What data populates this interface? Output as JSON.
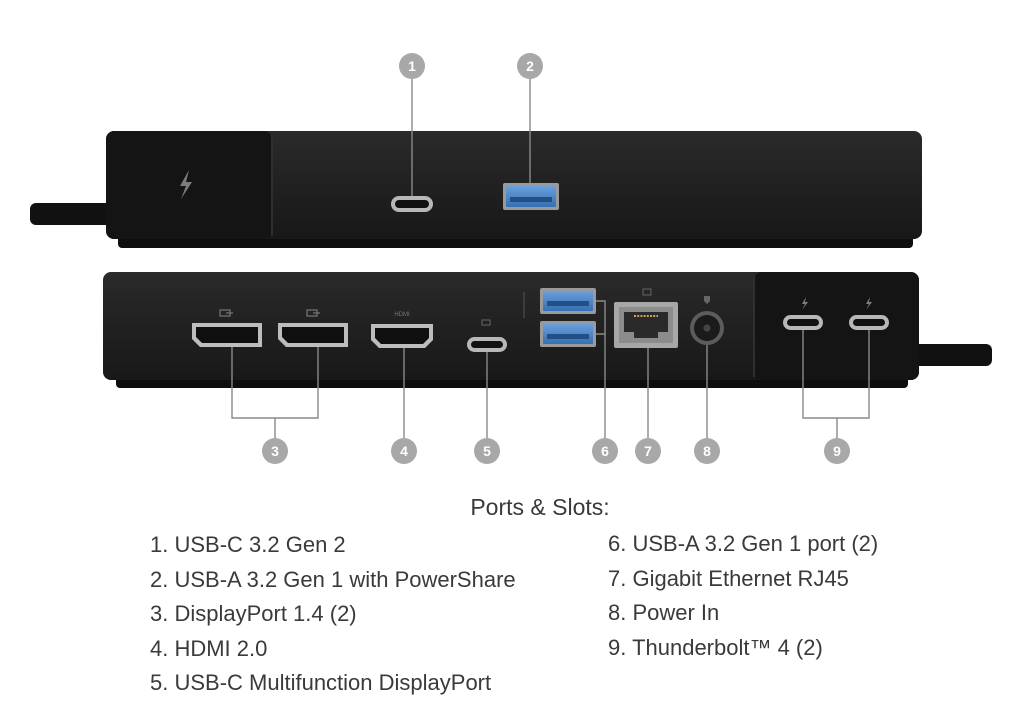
{
  "callouts": [
    "1",
    "2",
    "3",
    "4",
    "5",
    "6",
    "7",
    "8",
    "9"
  ],
  "ports_title": "Ports & Slots:",
  "ports_left": [
    "1. USB-C 3.2 Gen 2",
    "2. USB-A 3.2 Gen 1 with PowerShare",
    "3. DisplayPort 1.4 (2)",
    "4. HDMI 2.0",
    "5. USB-C Multifunction DisplayPort"
  ],
  "ports_right": [
    "6. USB-A 3.2 Gen 1 port (2)",
    "7. Gigabit Ethernet RJ45",
    "8. Power In",
    "9. Thunderbolt™ 4 (2)"
  ],
  "port_labels": {
    "hdmi": "HDMI"
  },
  "colors": {
    "dock_body": "#1e1e1e",
    "dock_panel": "#161616",
    "usb_a_blue": "#4d86c9",
    "callout_gray": "#a8a8a8",
    "leader_line": "#8a8a8a",
    "text": "#3a3a3a"
  },
  "icons": [
    "thunderbolt-icon",
    "displayport-icon",
    "ethernet-icon",
    "power-icon",
    "usb-icon"
  ]
}
